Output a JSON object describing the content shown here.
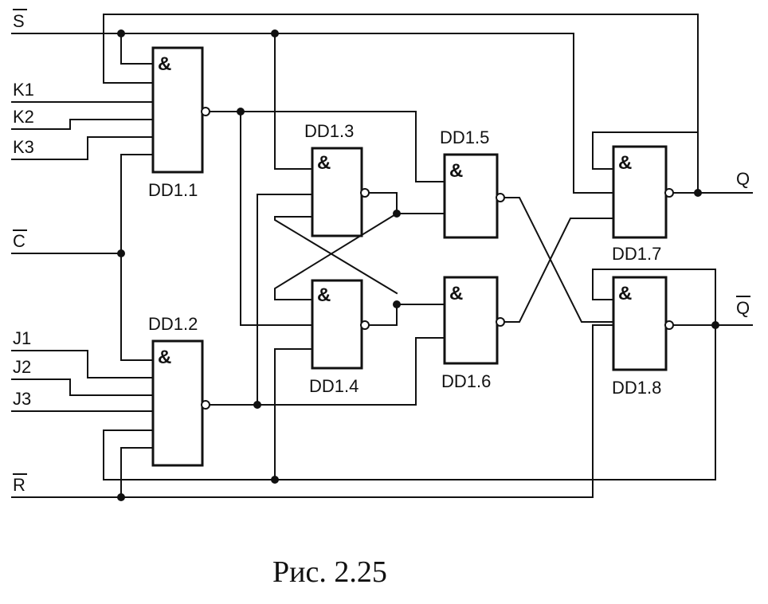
{
  "gate_symbol": "&",
  "gates": [
    {
      "id": "DD1.1",
      "label": "DD1.1"
    },
    {
      "id": "DD1.2",
      "label": "DD1.2"
    },
    {
      "id": "DD1.3",
      "label": "DD1.3"
    },
    {
      "id": "DD1.4",
      "label": "DD1.4"
    },
    {
      "id": "DD1.5",
      "label": "DD1.5"
    },
    {
      "id": "DD1.6",
      "label": "DD1.6"
    },
    {
      "id": "DD1.7",
      "label": "DD1.7"
    },
    {
      "id": "DD1.8",
      "label": "DD1.8"
    }
  ],
  "inputs": {
    "s": "S",
    "k1": "K1",
    "k2": "K2",
    "k3": "K3",
    "c": "C",
    "j1": "J1",
    "j2": "J2",
    "j3": "J3",
    "r": "R"
  },
  "outputs": {
    "q": "Q",
    "q_inv": "Q"
  },
  "caption": "Рис. 2.25"
}
